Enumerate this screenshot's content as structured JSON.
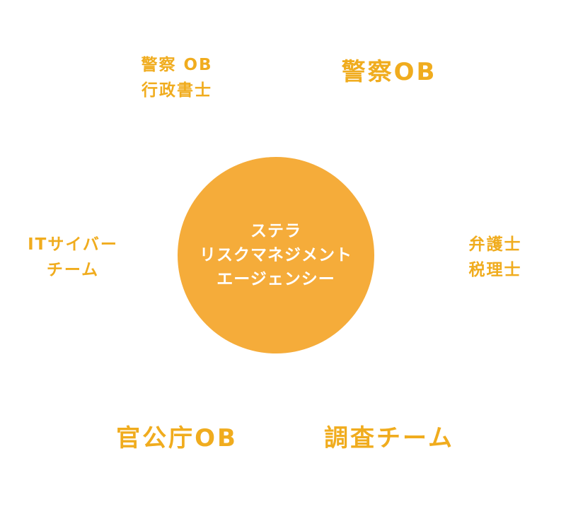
{
  "center": {
    "lines": [
      "ステラ",
      "リスクマネジメント",
      "エージェンシー"
    ]
  },
  "nodes": {
    "police_scrivener": {
      "lines": [
        "警察 OB",
        "行政書士"
      ]
    },
    "police_ob": {
      "label": "警察OB"
    },
    "it_cyber": {
      "lines": [
        "ITサイバー",
        "チーム"
      ]
    },
    "lawyer_tax": {
      "lines": [
        "弁護士",
        "税理士"
      ]
    },
    "gov_ob": {
      "label": "官公庁OB"
    },
    "research_team": {
      "label": "調査チーム"
    }
  },
  "colors": {
    "circle_fill": "#f5ac3a",
    "node_text": "#f0ac1e",
    "circle_text": "#ffffff"
  }
}
